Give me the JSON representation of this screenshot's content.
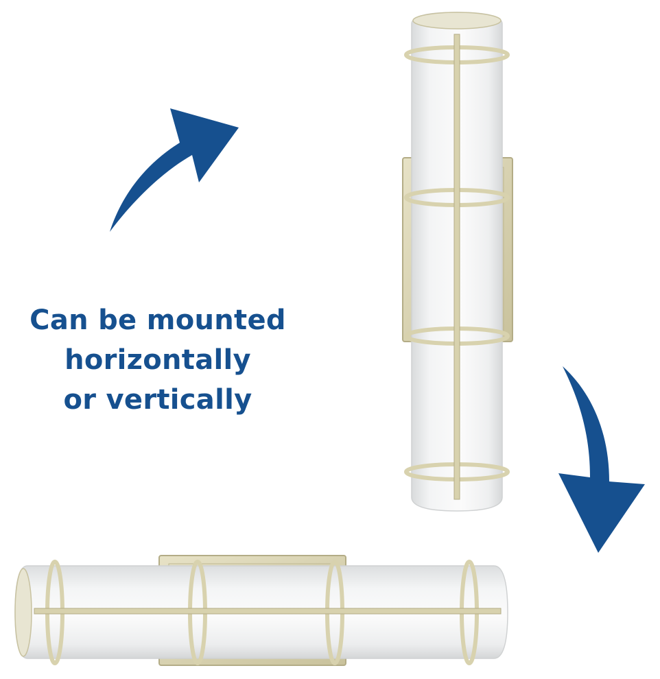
{
  "caption": {
    "lines": [
      "Can be mounted",
      "horizontally",
      "or vertically"
    ]
  },
  "colors": {
    "arrow": "#16508f",
    "text": "#16508f",
    "glass": "#f1f2f3",
    "glass_shade": "#dcdedf",
    "metal": "#d8d2ae",
    "metal_dark": "#b3ac86",
    "background": "#ffffff"
  },
  "icons": {
    "arrow_top": "curved-arrow-up-right-icon",
    "arrow_bottom": "curved-arrow-down-icon"
  }
}
